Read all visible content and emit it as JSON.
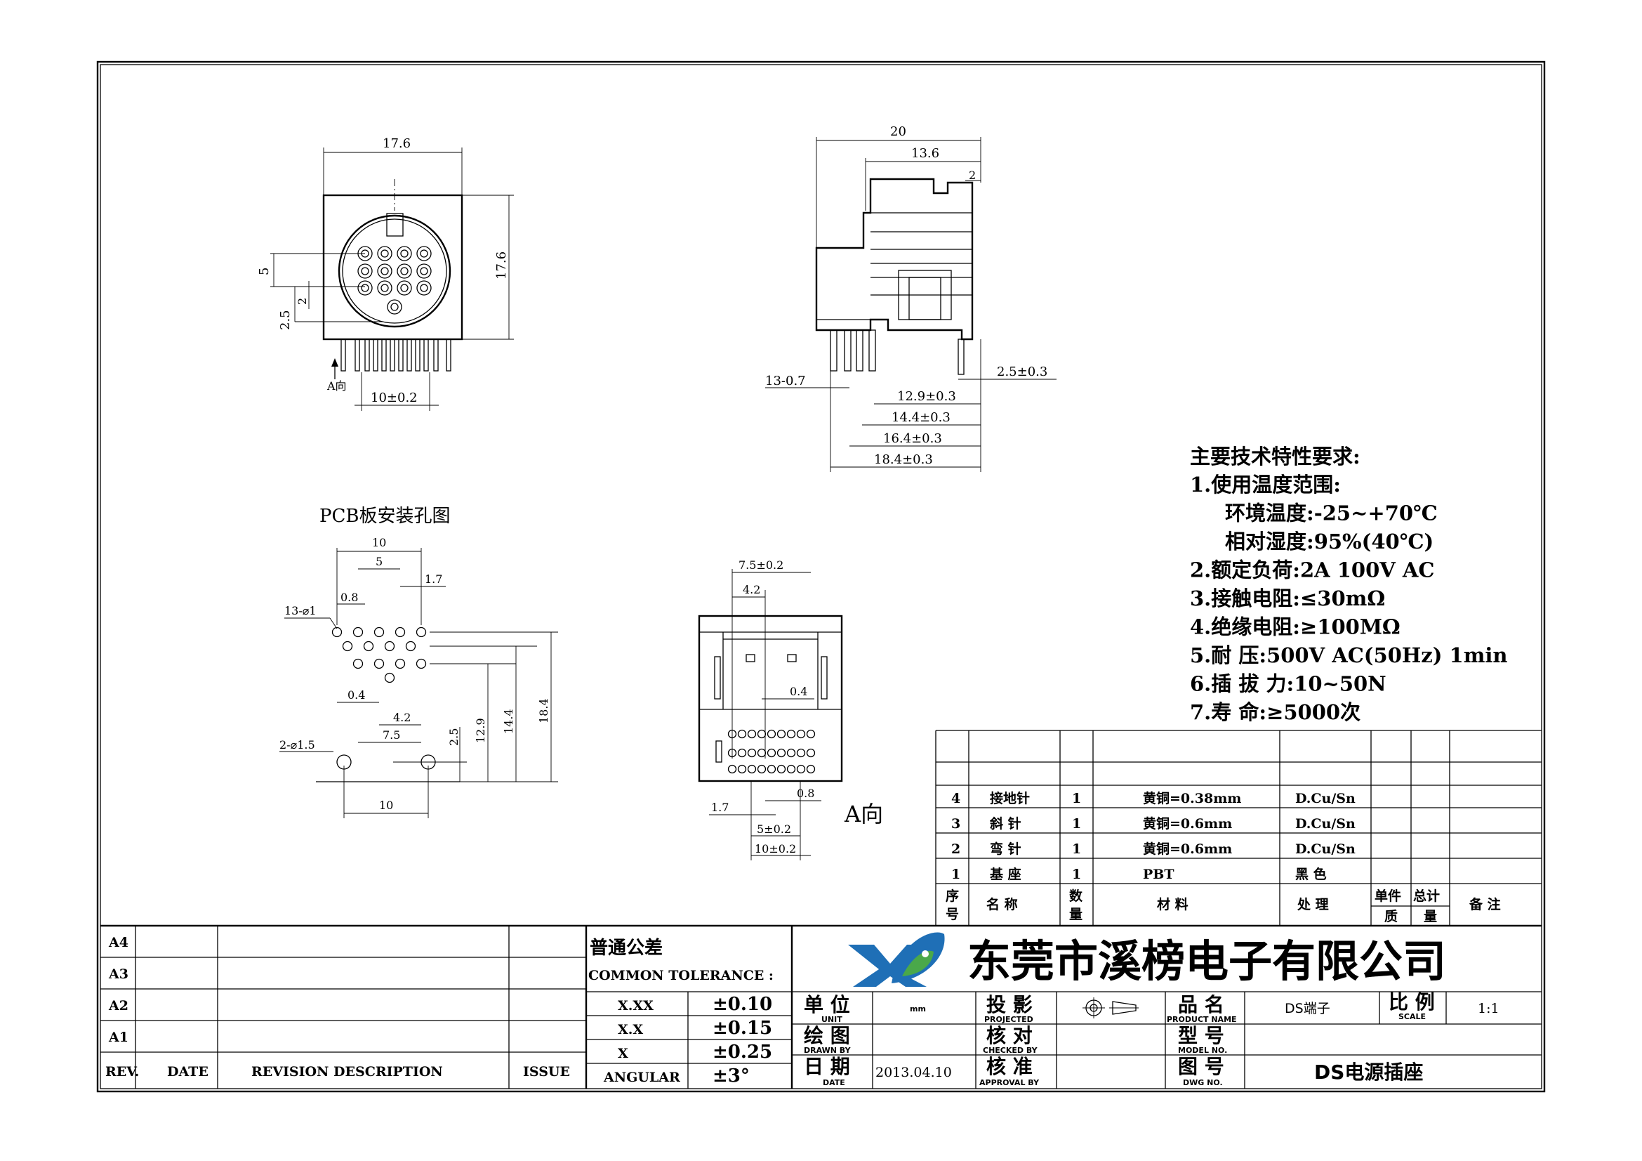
{
  "drawing": {
    "front_view": {
      "width": "17.6",
      "height": "17.6",
      "pitch_v": "5",
      "pitch_pin": "2",
      "offset": "2.5",
      "pin_span": "10±0.2",
      "view_arrow": "A向"
    },
    "side_view": {
      "overall": "20",
      "body": "13.6",
      "tab": "2",
      "pin_label": "13-0.7",
      "d1": "2.5±0.3",
      "d2": "12.9±0.3",
      "d3": "14.4±0.3",
      "d4": "16.4±0.3",
      "d5": "18.4±0.3"
    },
    "pcb": {
      "title": "PCB板安装孔图",
      "w10": "10",
      "w5": "5",
      "w17": "1.7",
      "w08": "0.8",
      "holes_small": "13-⌀1",
      "w04": "0.4",
      "w42": "4.2",
      "w75": "7.5",
      "holes_big": "2-⌀1.5",
      "h25": "2.5",
      "h129": "12.9",
      "h144": "14.4",
      "h184": "18.4",
      "bottom10": "10"
    },
    "bottom_view": {
      "w75": "7.5±0.2",
      "w42": "4.2",
      "w04": "0.4",
      "w08": "0.8",
      "w17": "1.7",
      "w5": "5±0.2",
      "w10": "10±0.2",
      "label": "A向"
    }
  },
  "specs": {
    "title": "主要技术特性要求:",
    "lines": [
      "1.使用温度范围:",
      "环境温度:-25~+70℃",
      "相对湿度:95%(40℃)",
      "2.额定负荷:2A 100V AC",
      "3.接触电阻:≤30mΩ",
      "4.绝缘电阻:≥100MΩ",
      "5.耐    压:500V AC(50Hz) 1min",
      "6.插 拔 力:10~50N",
      "7.寿    命:≥5000次"
    ]
  },
  "bom": {
    "rows": [
      {
        "no": "4",
        "name": "接地针",
        "qty": "1",
        "material": "黄铜=0.38mm",
        "finish": "D.Cu/Sn"
      },
      {
        "no": "3",
        "name": "斜 针",
        "qty": "1",
        "material": "黄铜=0.6mm",
        "finish": "D.Cu/Sn"
      },
      {
        "no": "2",
        "name": "弯 针",
        "qty": "1",
        "material": "黄铜=0.6mm",
        "finish": "D.Cu/Sn"
      },
      {
        "no": "1",
        "name": "基 座",
        "qty": "1",
        "material": "PBT",
        "finish": "黑 色"
      }
    ],
    "header": {
      "no_a": "序",
      "no_b": "号",
      "name": "名  称",
      "qty_a": "数",
      "qty_b": "量",
      "material": "材  料",
      "finish": "处  理",
      "unit_w_a": "单件",
      "unit_w_b": "质",
      "total_a": "总计",
      "total_b": "量",
      "remark": "备 注"
    }
  },
  "revision": {
    "rows": [
      "A4",
      "A3",
      "A2",
      "A1"
    ],
    "header": {
      "rev": "REV.",
      "date": "DATE",
      "desc": "REVISION  DESCRIPTION",
      "issue": "ISSUE"
    }
  },
  "tolerance": {
    "title": "普通公差",
    "subtitle": "COMMON TOLERANCE :",
    "rows": [
      {
        "label": "X.XX",
        "value": "±0.10"
      },
      {
        "label": "X.X",
        "value": "±0.15"
      },
      {
        "label": "X",
        "value": "±0.25"
      },
      {
        "label": "ANGULAR",
        "value": "±3°"
      }
    ]
  },
  "titleblock": {
    "company": "东莞市溪榜电子有限公司",
    "unit_cn": "单 位",
    "unit_en": "UNIT",
    "unit_val": "mm",
    "proj_cn": "投 影",
    "proj_en": "PROJECTED",
    "pname_cn": "品 名",
    "pname_en": "PRODUCT NAME",
    "pname_val": "DS端子",
    "scale_cn": "比 例",
    "scale_en": "SCALE",
    "scale_val": "1:1",
    "drawn_cn": "绘 图",
    "drawn_en": "DRAWN BY",
    "checked_cn": "核 对",
    "checked_en": "CHECKED BY",
    "model_cn": "型 号",
    "model_en": "MODEL NO.",
    "date_cn": "日 期",
    "date_en": "DATE",
    "date_val": "2013.04.10",
    "approval_cn": "核 准",
    "approval_en": "APPROVAL BY",
    "dwg_cn": "图 号",
    "dwg_en": "DWG NO.",
    "dwg_val": "DS电源插座"
  },
  "colors": {
    "logo_blue": "#1f6fb6",
    "logo_green": "#4aa84a"
  }
}
